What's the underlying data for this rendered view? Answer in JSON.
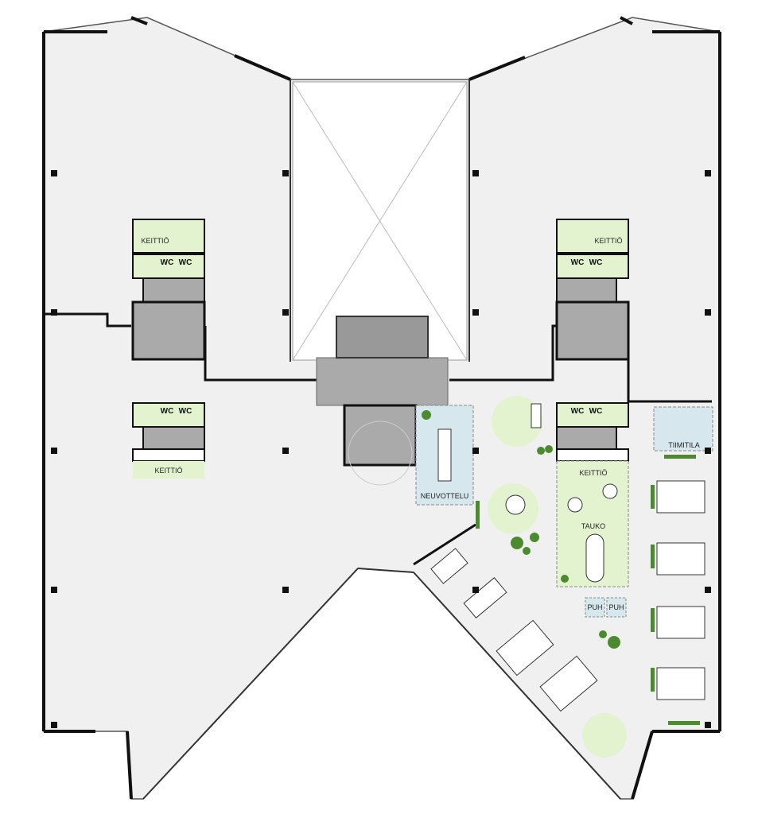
{
  "colors": {
    "floor": "#f0f0f0",
    "wall": "#111111",
    "green_zone": "#e3f3cf",
    "blue_zone": "#d6e8ee",
    "core": "#a9a9a9",
    "plant": "#4c8a2f"
  },
  "rooms": {
    "keittio_left_top": "KEITTIÖ",
    "keittio_left_bottom": "KEITTIÖ",
    "keittio_right_top": "KEITTIÖ",
    "keittio_center": "KEITTIÖ",
    "wc": "WC",
    "neuvottelu": "NEUVOTTELU",
    "tiimitila": "TIIMITILA",
    "tauko": "TAUKO",
    "puh": "PUH"
  }
}
